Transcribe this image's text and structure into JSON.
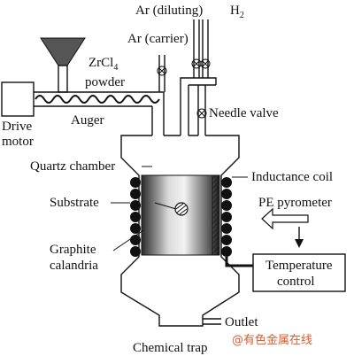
{
  "labels": {
    "ar_diluting": "Ar (diluting)",
    "h2_main": "H",
    "h2_sub": "2",
    "ar_carrier": "Ar (carrier)",
    "zrcl4_main": "ZrCl",
    "zrcl4_sub": "4",
    "powder": "powder",
    "drive": "Drive",
    "motor": "motor",
    "auger": "Auger",
    "needle_valve": "Needle valve",
    "quartz_chamber": "Quartz chamber",
    "inductance_coil": "Inductance coil",
    "substrate": "Substrate",
    "pe_pyrometer": "PE pyrometer",
    "graphite": "Graphite",
    "calandria": "calandria",
    "temperature": "Temperature",
    "control": "control",
    "outlet": "Outlet",
    "chemical_trap": "Chemical trap"
  },
  "watermark": "@有色金属在线",
  "colors": {
    "line": "#111111",
    "watermark": "#e05a2b"
  }
}
